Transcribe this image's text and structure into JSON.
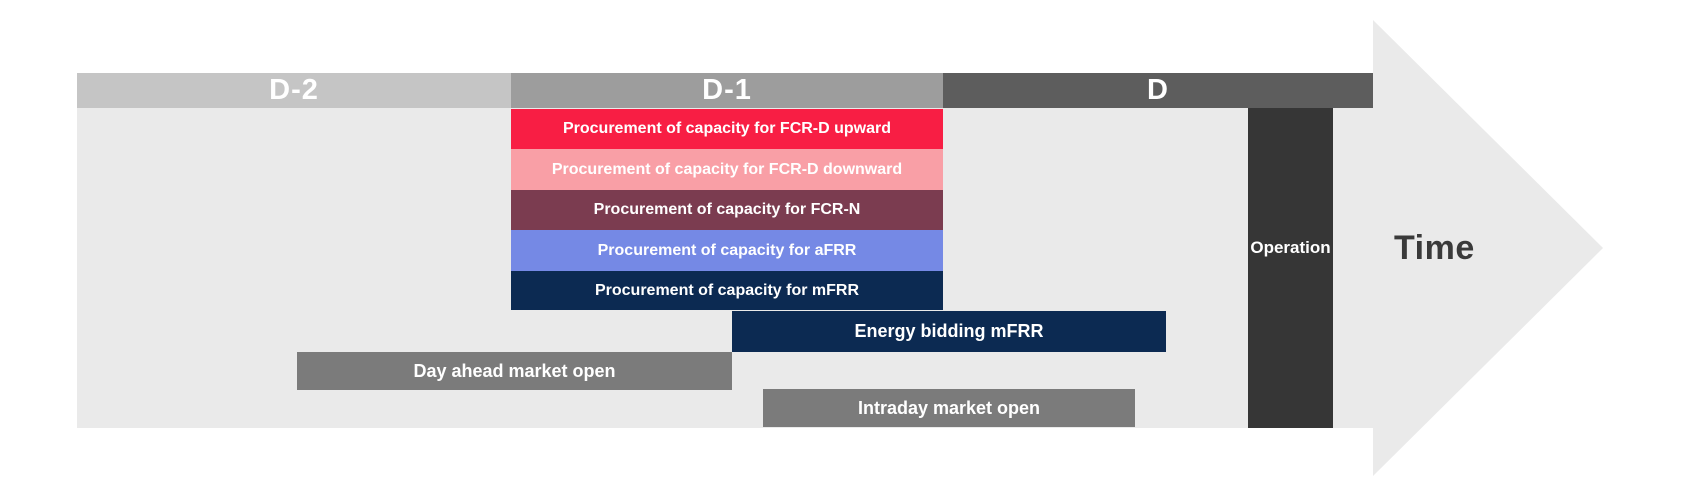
{
  "diagram": {
    "title_semantic": "Electricity market timeline from D-2 to operation",
    "time_label": "Time",
    "arrow_color": "#eaeaea",
    "timeline_headers": [
      {
        "id": "d-2",
        "label": "D-2",
        "color": "#c5c5c5"
      },
      {
        "id": "d-1",
        "label": "D-1",
        "color": "#9d9d9d"
      },
      {
        "id": "d",
        "label": "D",
        "color": "#5d5d5d"
      }
    ],
    "procurement_bars": [
      {
        "label": "Procurement of capacity for FCR-D upward",
        "color": "#f81e44"
      },
      {
        "label": "Procurement of capacity for FCR-D downward",
        "color": "#f99fa6"
      },
      {
        "label": "Procurement of capacity for FCR-N",
        "color": "#7b3c50"
      },
      {
        "label": "Procurement of capacity for aFRR",
        "color": "#7589e5"
      },
      {
        "label": "Procurement of capacity for mFRR",
        "color": "#0c2a52"
      }
    ],
    "market_bars": [
      {
        "id": "energy-bidding-mfrr",
        "label": "Energy bidding mFRR",
        "color": "#0c2a52"
      },
      {
        "id": "day-ahead",
        "label": "Day ahead market open",
        "color": "#7b7b7b"
      },
      {
        "id": "intraday",
        "label": "Intraday market open",
        "color": "#7b7b7b"
      }
    ],
    "operation": {
      "label": "Operation",
      "color": "#363636"
    },
    "text_colors": {
      "bar_text": "#ffffff",
      "time_text": "#3a3a3a"
    }
  }
}
